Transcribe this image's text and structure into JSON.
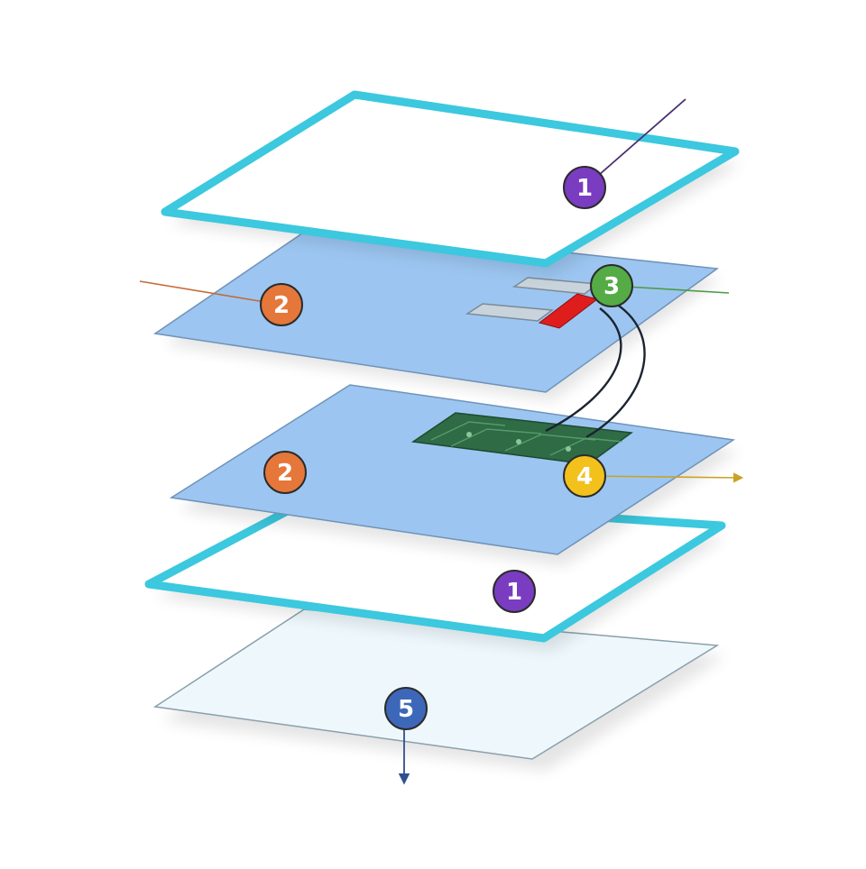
{
  "colors": {
    "film_border": "#3cc8de",
    "film_fill": "#ffffff",
    "sheet_fill": "#9cc6f1",
    "sheet_edge": "#6f93b8",
    "base_fill": "#eef8fc",
    "base_edge": "#8aa0ac",
    "pcb_fill": "#2f6b45",
    "red_tab": "#e01d1d",
    "slot_fill": "#c9d3dc",
    "marker_purple": "#7a3cc0",
    "marker_orange": "#e5773a",
    "marker_green": "#55ab46",
    "marker_yellow": "#f2c11b",
    "marker_blue": "#3d68b9"
  },
  "markers": [
    {
      "id": "m1-top",
      "label": "1",
      "color": "#7a3cc0"
    },
    {
      "id": "m2-upper",
      "label": "2",
      "color": "#e5773a"
    },
    {
      "id": "m3",
      "label": "3",
      "color": "#55ab46"
    },
    {
      "id": "m2-lower",
      "label": "2",
      "color": "#e5773a"
    },
    {
      "id": "m4",
      "label": "4",
      "color": "#f2c11b"
    },
    {
      "id": "m1-bottom",
      "label": "1",
      "color": "#7a3cc0"
    },
    {
      "id": "m5",
      "label": "5",
      "color": "#3d68b9"
    }
  ]
}
